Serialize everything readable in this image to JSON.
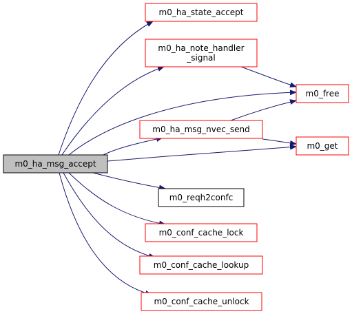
{
  "colors": {
    "edge": "#191970",
    "border_default": "#ff0000",
    "border_plain": "#000000",
    "fill_root": "#bfbfbf",
    "fill_node": "#ffffff"
  },
  "nodes": [
    {
      "id": "root",
      "lines": [
        "m0_ha_msg_accept"
      ],
      "style": "root"
    },
    {
      "id": "n1",
      "lines": [
        "m0_ha_state_accept"
      ],
      "style": "red"
    },
    {
      "id": "n2",
      "lines": [
        "m0_ha_note_handler",
        "_signal"
      ],
      "style": "red"
    },
    {
      "id": "n3",
      "lines": [
        "m0_free"
      ],
      "style": "red"
    },
    {
      "id": "n4",
      "lines": [
        "m0_ha_msg_nvec_send"
      ],
      "style": "red"
    },
    {
      "id": "n5",
      "lines": [
        "m0_get"
      ],
      "style": "red"
    },
    {
      "id": "n6",
      "lines": [
        "m0_reqh2confc"
      ],
      "style": "black"
    },
    {
      "id": "n7",
      "lines": [
        "m0_conf_cache_lock"
      ],
      "style": "red"
    },
    {
      "id": "n8",
      "lines": [
        "m0_conf_cache_lookup"
      ],
      "style": "red"
    },
    {
      "id": "n9",
      "lines": [
        "m0_conf_cache_unlock"
      ],
      "style": "red"
    }
  ],
  "edges": [
    {
      "from": "root",
      "to": "n1"
    },
    {
      "from": "root",
      "to": "n2"
    },
    {
      "from": "root",
      "to": "n3"
    },
    {
      "from": "root",
      "to": "n4"
    },
    {
      "from": "root",
      "to": "n5"
    },
    {
      "from": "root",
      "to": "n6"
    },
    {
      "from": "root",
      "to": "n7"
    },
    {
      "from": "root",
      "to": "n8"
    },
    {
      "from": "root",
      "to": "n9"
    },
    {
      "from": "n2",
      "to": "n3"
    },
    {
      "from": "n4",
      "to": "n3"
    },
    {
      "from": "n4",
      "to": "n5"
    }
  ]
}
